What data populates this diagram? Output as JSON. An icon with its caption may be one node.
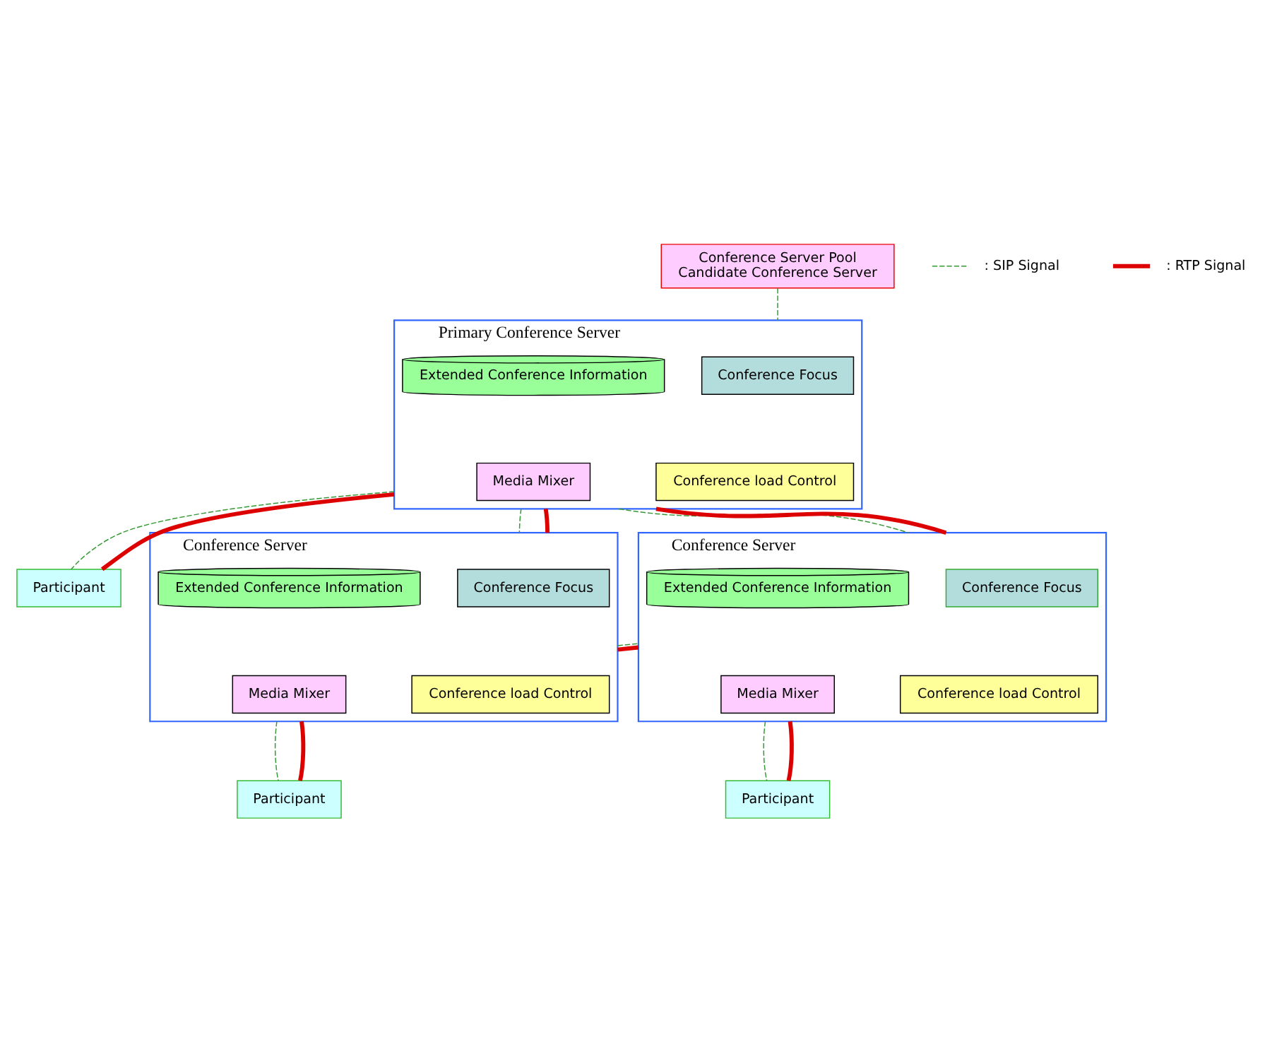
{
  "diagram": {
    "nodes": [
      {
        "text": [
          "Conference Server Pool",
          "Candidate Conference Server"
        ]
      },
      {
        "text": [
          "Primary Conference Server"
        ]
      },
      {
        "text": [
          "Conference Focus"
        ],
        "in": 1
      },
      {
        "text": [
          "Extended Conference Information"
        ],
        "in": 1
      },
      {
        "text": [
          "Conference load Control"
        ],
        "in": 1
      },
      {
        "text": [
          "Media Mixer"
        ],
        "in": 1
      },
      {
        "text": [
          "Participant"
        ]
      },
      {
        "text": [
          "Conference Server"
        ]
      },
      {
        "text": [
          "Conference Focus"
        ],
        "in": 7
      },
      {
        "text": [
          "Extended Conference Information"
        ],
        "in": 7
      },
      {
        "text": [
          "Conference load Control"
        ],
        "in": 7
      },
      {
        "text": [
          "Media Mixer"
        ],
        "in": 7
      },
      {
        "text": [
          "Conference Server"
        ]
      },
      {
        "text": [
          "Conference Focus"
        ],
        "in": 12
      },
      {
        "text": [
          "Extended Conference Information"
        ],
        "in": 12
      },
      {
        "text": [
          "Conference load Control"
        ],
        "in": 12
      },
      {
        "text": [
          "Media Mixer"
        ],
        "in": 12
      },
      {
        "text": [
          "Participant"
        ]
      },
      {
        "text": [
          "Participant"
        ]
      }
    ],
    "edges": [
      {
        "from": 0,
        "to": 1,
        "arrow": "none",
        "style": "dashed",
        "color": "#339933"
      },
      {
        "from": 1,
        "to": 6,
        "arrow": "none",
        "style": "dashed",
        "color": "#339933"
      },
      {
        "from": 1,
        "to": 6,
        "arrow": "none",
        "style": "thick",
        "color": "#dd0000"
      },
      {
        "from": 1,
        "to": 7,
        "arrow": "none",
        "style": "dashed",
        "color": "#339933"
      },
      {
        "from": 1,
        "to": 7,
        "arrow": "none",
        "style": "thick",
        "color": "#dd0000"
      },
      {
        "from": 1,
        "to": 12,
        "arrow": "none",
        "style": "dashed",
        "color": "#339933"
      },
      {
        "from": 1,
        "to": 12,
        "arrow": "none",
        "style": "thick",
        "color": "#dd0000"
      },
      {
        "from": 7,
        "to": 12,
        "arrow": "none",
        "style": "dashed",
        "color": "#339933"
      },
      {
        "from": 7,
        "to": 12,
        "arrow": "none",
        "style": "thick",
        "color": "#dd0000"
      },
      {
        "from": 7,
        "to": 17,
        "arrow": "none",
        "style": "dashed",
        "color": "#339933"
      },
      {
        "from": 7,
        "to": 17,
        "arrow": "none",
        "style": "thick",
        "color": "#dd0000"
      },
      {
        "from": 12,
        "to": 18,
        "arrow": "none",
        "style": "dashed",
        "color": "#339933"
      },
      {
        "from": 12,
        "to": 18,
        "arrow": "none",
        "style": "thick",
        "color": "#dd0000"
      }
    ],
    "legend": [
      {
        "text": ": SIP Signal"
      },
      {
        "text": ": RTP Signal"
      }
    ]
  }
}
